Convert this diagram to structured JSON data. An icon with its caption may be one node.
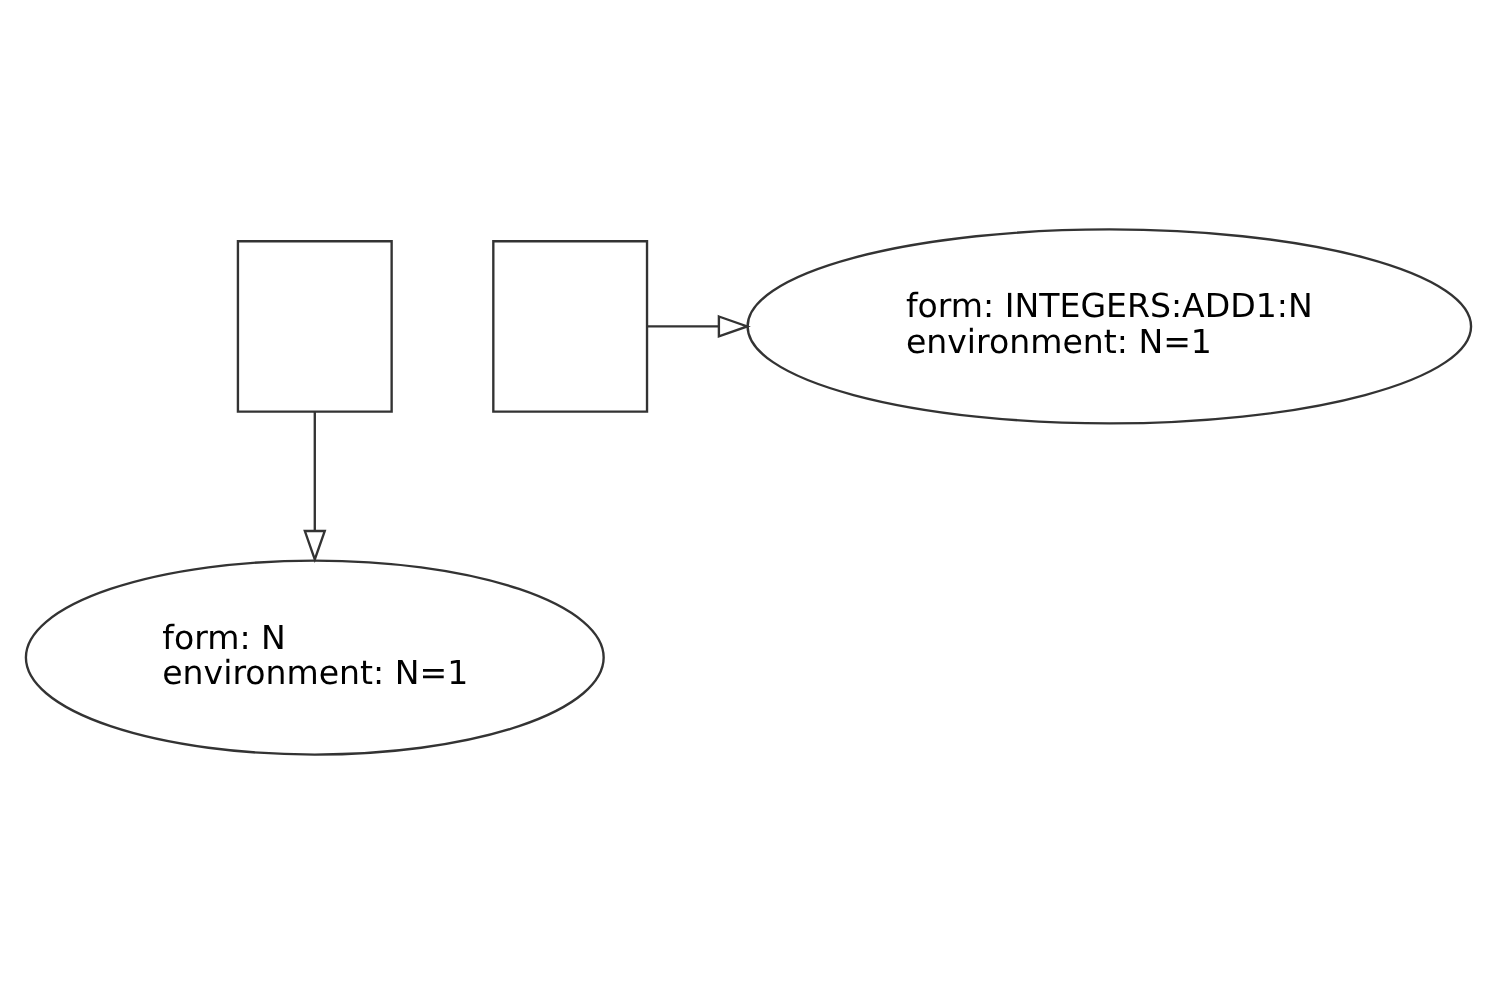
{
  "diagram": {
    "nodes": [
      {
        "text": [],
        "shape": "box"
      },
      {
        "text": [],
        "shape": "box"
      },
      {
        "text": [
          "form: INTEGERS:ADD1:N",
          "environment: N=1"
        ]
      },
      {
        "text": [
          "form: N",
          "environment: N=1"
        ]
      }
    ],
    "edges": [
      {
        "from": 1,
        "to": 2,
        "arrow": "to"
      },
      {
        "from": 0,
        "to": 3,
        "arrow": "to"
      }
    ]
  }
}
